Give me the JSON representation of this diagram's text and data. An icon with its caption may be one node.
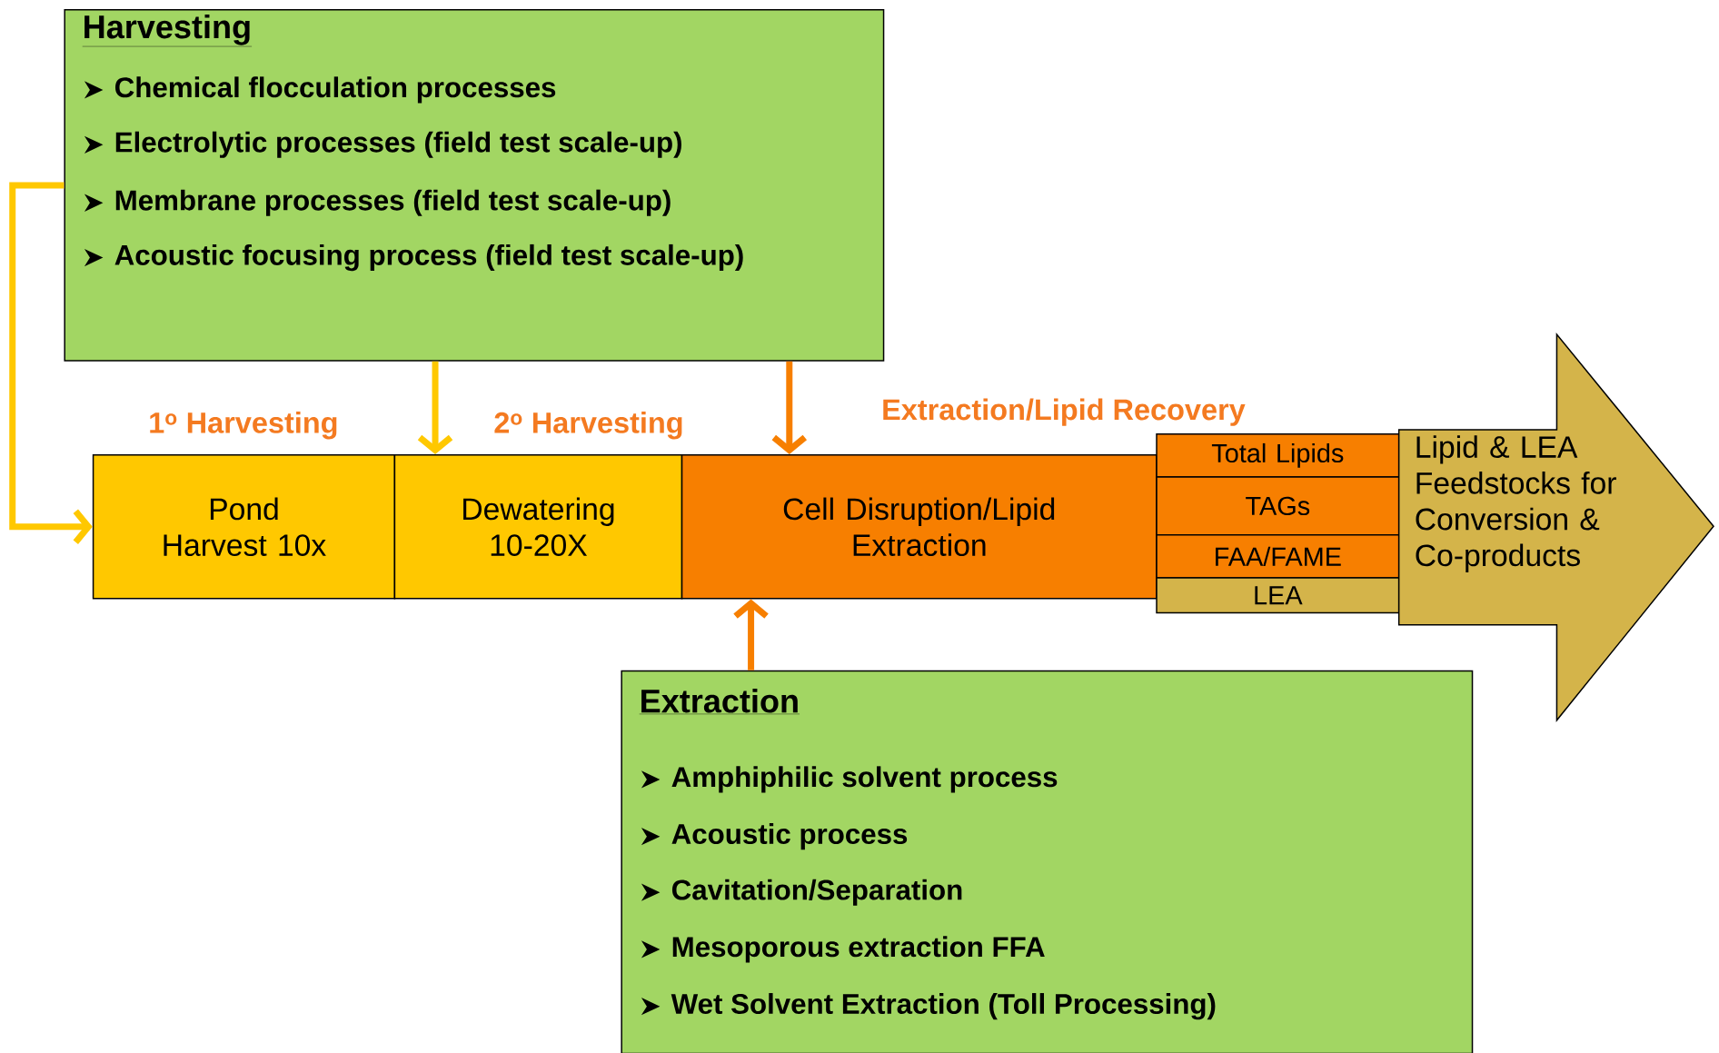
{
  "diagram": {
    "nodes": [
      {
        "text": [
          "Harvesting",
          "Chemical flocculation processes",
          "Electrolytic processes (field test scale-up)",
          "Membrane processes (field test scale-up)",
          "Acoustic focusing process (field test scale-up)"
        ]
      },
      {
        "text": [
          "Pond Harvest 10x"
        ]
      },
      {
        "text": [
          "Dewatering 10-20X"
        ]
      },
      {
        "text": [
          "Cell Disruption/Lipid Extraction"
        ]
      },
      {
        "text": [
          "Total Lipids"
        ]
      },
      {
        "text": [
          "TAGs"
        ]
      },
      {
        "text": [
          "FAA/FAME"
        ]
      },
      {
        "text": [
          "LEA"
        ]
      },
      {
        "text": [
          "Lipid & LEA Feedstocks for Conversion & Co-products"
        ]
      },
      {
        "text": [
          "Extraction",
          "Amphiphilic solvent process",
          "Acoustic process",
          "Cavitation/Separation",
          "Mesoporous extraction FFA",
          "Wet Solvent Extraction (Toll Processing)"
        ]
      }
    ],
    "edges": [
      {
        "from": 0,
        "to": 1,
        "arrow": "to",
        "color": "#ffc800"
      },
      {
        "from": 0,
        "to": 2,
        "arrow": "to",
        "color": "#ffc800"
      },
      {
        "from": 0,
        "to": 3,
        "arrow": "to",
        "color": "#f77f00"
      },
      {
        "from": 9,
        "to": 3,
        "arrow": "to",
        "color": "#f77f00"
      }
    ],
    "labels": [
      "1$^{o}$ Harvesting",
      "2$^{o}$ Harvesting",
      "Extraction/Lipid Recovery"
    ]
  }
}
